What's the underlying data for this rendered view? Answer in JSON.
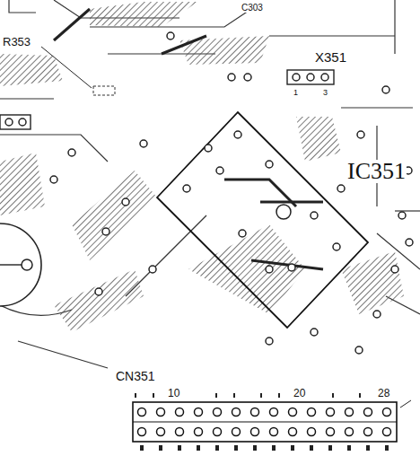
{
  "diagram": {
    "labels": [
      "R353",
      "C303",
      "X351",
      "1",
      "3",
      "IC351",
      "CN351",
      "10",
      "20",
      "28"
    ]
  }
}
